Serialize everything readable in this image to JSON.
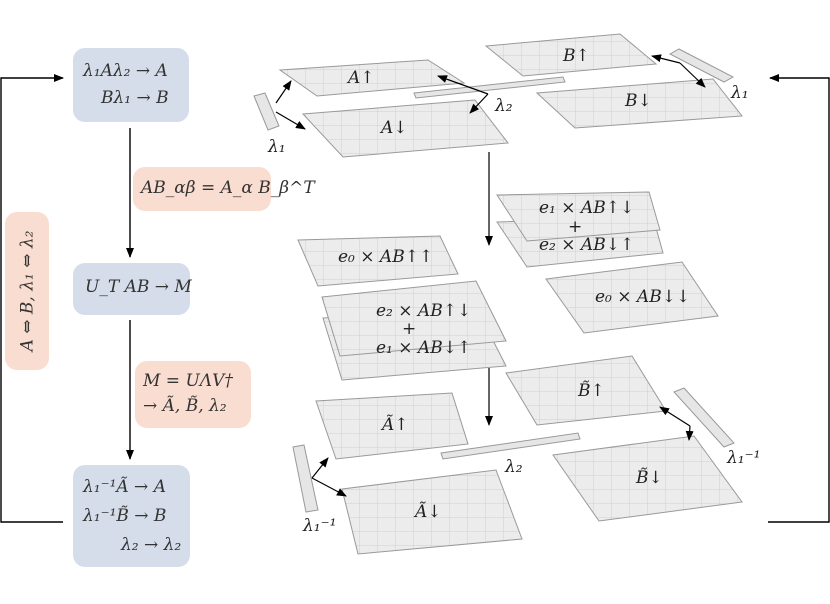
{
  "left_panel": {
    "box1": [
      "λ₁Aλ₂ → A",
      "Bλ₁ → B"
    ],
    "box2": "U_T AB → M",
    "box3": [
      "λ₁⁻¹Ã → A",
      "λ₁⁻¹B̃ → B",
      "λ₂ → λ₂"
    ],
    "step1": "AB_αβ = A_α B_β^T",
    "step2": [
      "M = UΛV†",
      "→ Ã, B̃, λ₂"
    ],
    "vertical_label": "A ⇔ B, λ₁ ⇔ λ₂"
  },
  "diagram": {
    "top": {
      "a_up": "A↑",
      "a_down": "A↓",
      "b_up": "B↑",
      "b_down": "B↓",
      "lambda1_left": "λ₁",
      "lambda1_right": "λ₁",
      "lambda2": "λ₂"
    },
    "middle": {
      "e0_upup": "e₀ × AB↑↑",
      "e0_downdown": "e₀ × AB↓↓",
      "right_stack": [
        "e₁ × AB↑↓",
        "+",
        "e₂ × AB↓↑"
      ],
      "left_stack": [
        "e₂ × AB↑↓",
        "+",
        "e₁ × AB↓↑"
      ]
    },
    "bottom": {
      "at_up": "Ã↑",
      "at_down": "Ã↓",
      "bt_up": "B̃↑",
      "bt_down": "B̃↓",
      "lambda1_inv_left": "λ₁⁻¹",
      "lambda1_inv_right": "λ₁⁻¹",
      "lambda2": "λ₂"
    }
  }
}
